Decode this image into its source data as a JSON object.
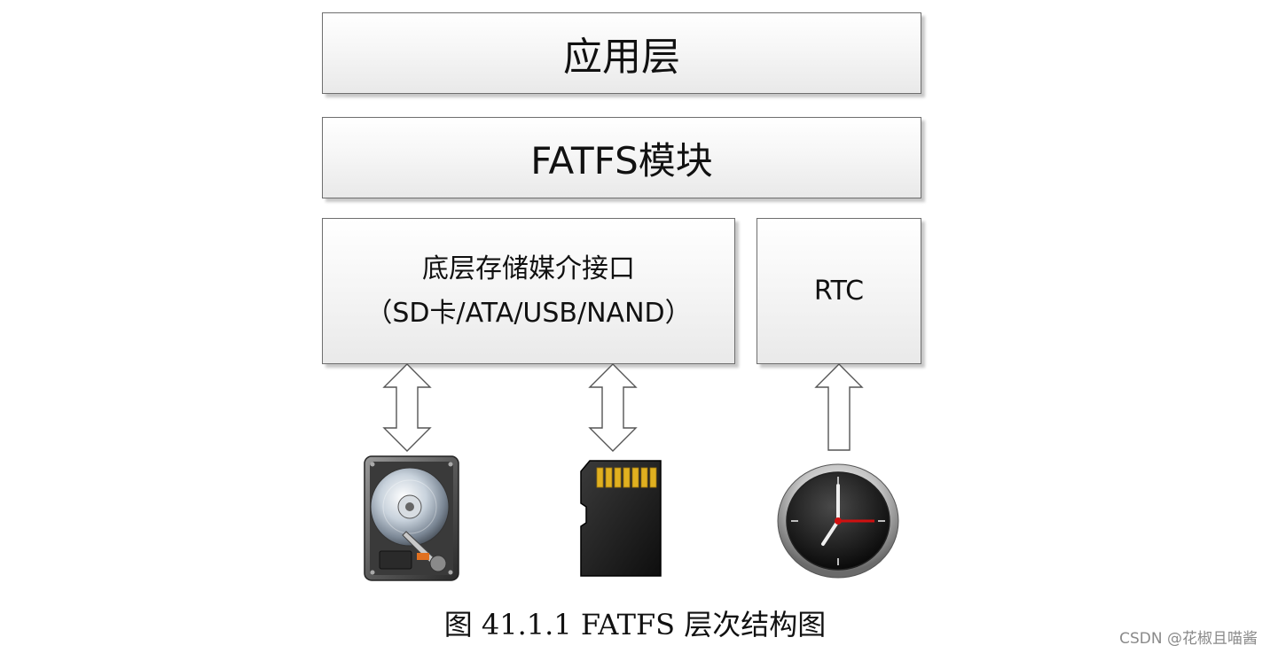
{
  "diagram": {
    "app_layer": "应用层",
    "fatfs_module": "FATFS模块",
    "storage": {
      "line1": "底层存储媒介接口",
      "line2": "（SD卡/ATA/USB/NAND）"
    },
    "rtc": "RTC"
  },
  "devices": [
    "hard-disk-icon",
    "sd-card-icon",
    "clock-icon"
  ],
  "caption": "图 41.1.1 FATFS 层次结构图",
  "watermark": "CSDN @花椒且喵酱",
  "colors": {
    "box_border": "#6e6e6e",
    "box_fill_top": "#ffffff",
    "box_fill_bottom": "#e9e9e9",
    "sd_contacts": "#e0b020",
    "clock_hand_red": "#d01010"
  }
}
